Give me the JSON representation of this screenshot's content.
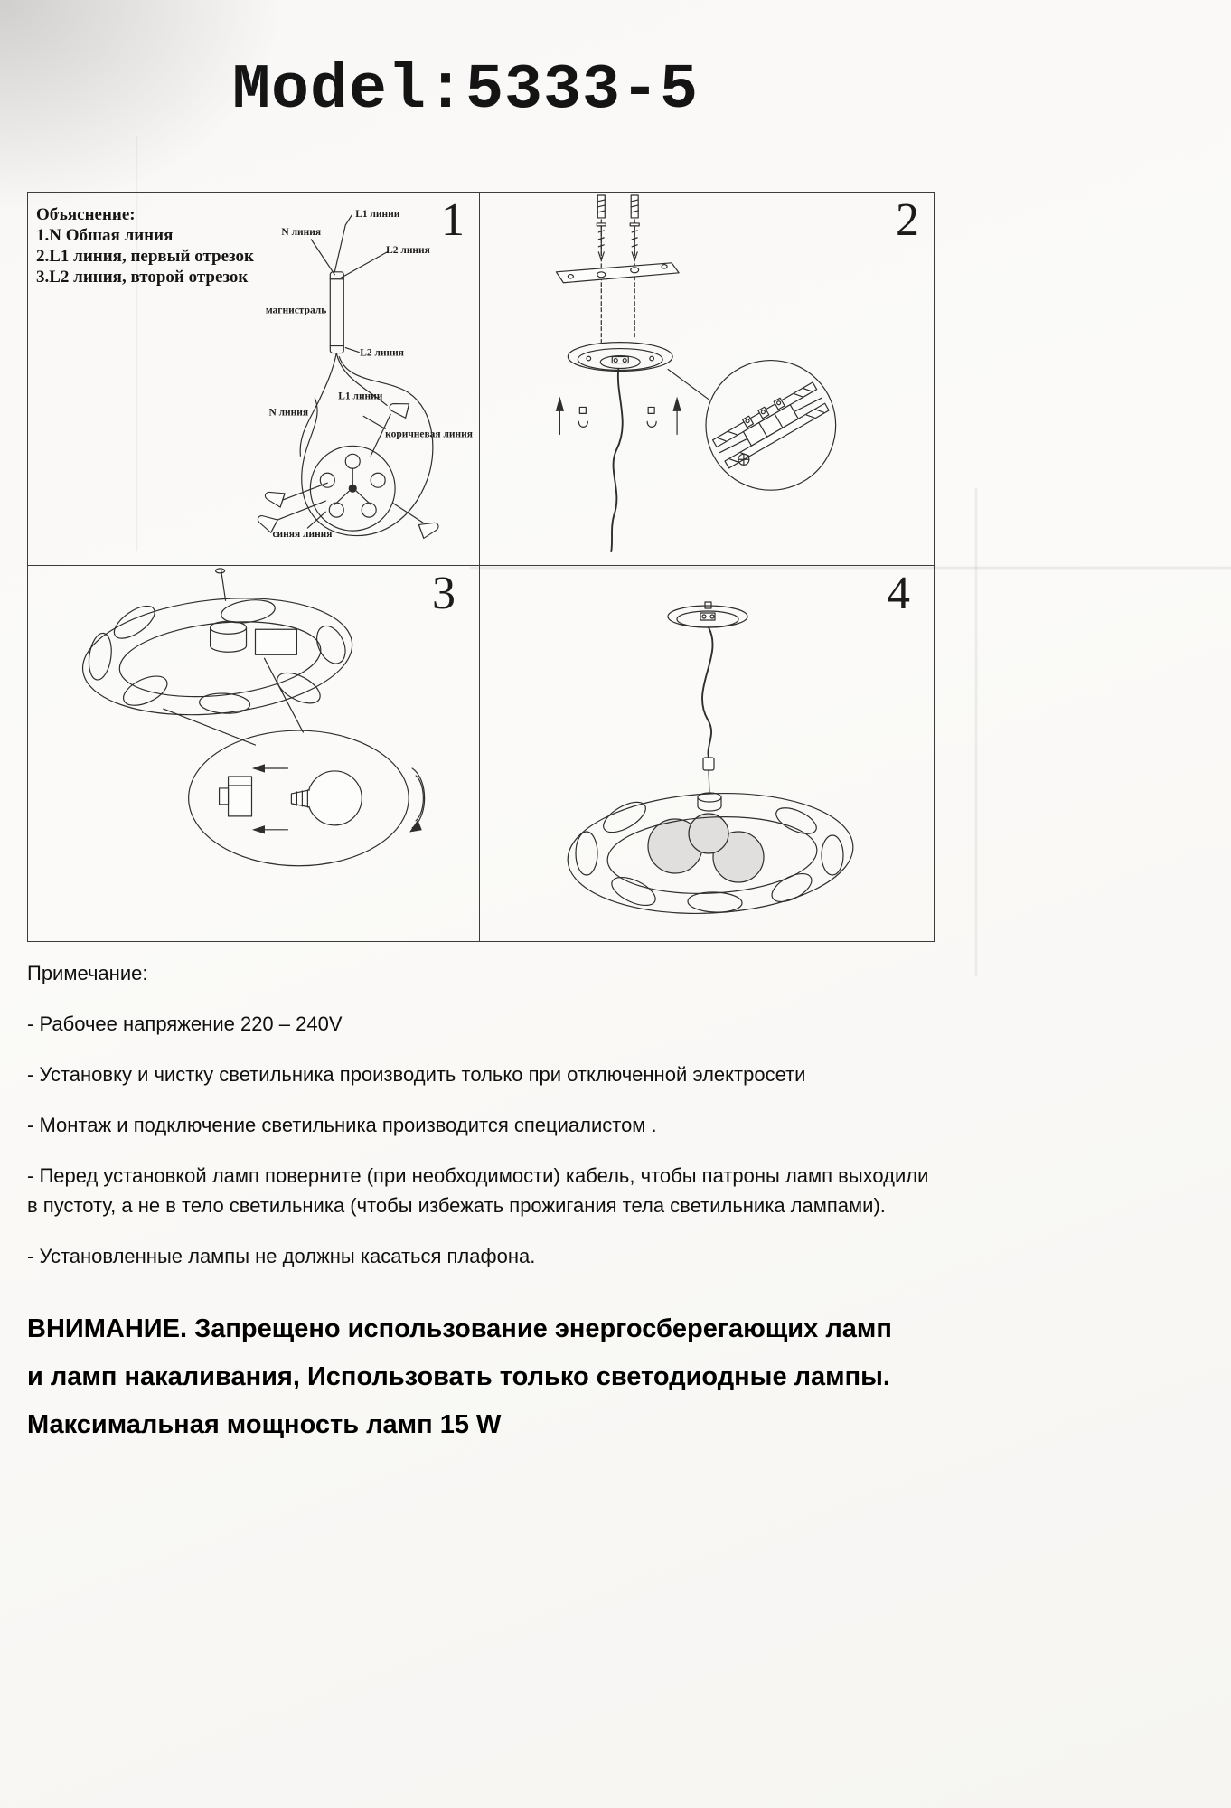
{
  "title": "Model:5333-5",
  "panel1": {
    "number": "1",
    "explanation": {
      "heading": "Объяснение:",
      "line1": "1.N Обшая линия",
      "line2": "2.L1 линия, первый отрезок",
      "line3": "3.L2 линия, второй отрезок"
    },
    "labels": {
      "l1_top": "L1 линии",
      "n_top": "N линия",
      "l2_top": "L2 линия",
      "trunk": "магнистраль",
      "l2_bottom": "L2 линия",
      "l1_bottom": "L1 линии",
      "n_bottom": "N линия",
      "brown_line": "коричневая линия",
      "blue_line": "синяя линия"
    }
  },
  "panel2": {
    "number": "2"
  },
  "panel3": {
    "number": "3"
  },
  "panel4": {
    "number": "4"
  },
  "notes": {
    "heading": "Примечание:",
    "items": [
      "- Рабочее напряжение 220 – 240V",
      "- Установку и чистку светильника производить только при отключенной электросети",
      "- Монтаж и подключение светильника производится специалистом .",
      "- Перед установкой ламп поверните (при необходимости) кабель, чтобы патроны ламп выходили в пустоту, а не в тело светильника (чтобы избежать прожигания тела светильника лампами).",
      "- Установленные лампы не должны касаться плафона."
    ]
  },
  "warning": {
    "lines": [
      "ВНИМАНИЕ. Запрещено использование энергосберегающих ламп",
      "и ламп накаливания, Использовать только светодиодные лампы.",
      "Максимальная мощность ламп 15 W"
    ]
  }
}
